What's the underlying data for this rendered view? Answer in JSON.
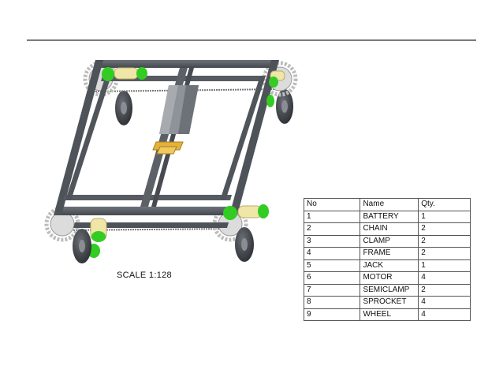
{
  "drawing": {
    "scale_label": "SCALE  1:128"
  },
  "bom": {
    "headers": {
      "no": "No",
      "name": "Name",
      "qty": "Qty."
    },
    "rows": [
      {
        "no": "1",
        "name": "BATTERY",
        "qty": "1"
      },
      {
        "no": "2",
        "name": "CHAIN",
        "qty": "2"
      },
      {
        "no": "3",
        "name": "CLAMP",
        "qty": "2"
      },
      {
        "no": "4",
        "name": "FRAME",
        "qty": "2"
      },
      {
        "no": "5",
        "name": "JACK",
        "qty": "1"
      },
      {
        "no": "6",
        "name": "MOTOR",
        "qty": "4"
      },
      {
        "no": "7",
        "name": "SEMICLAMP",
        "qty": "2"
      },
      {
        "no": "8",
        "name": "SPROCKET",
        "qty": "4"
      },
      {
        "no": "9",
        "name": "WHEEL",
        "qty": "4"
      }
    ]
  },
  "colors": {
    "frame": "#5a5f66",
    "frame_dark": "#3b3f45",
    "motor_green": "#33cc22",
    "battery": "#f0e6a8",
    "jack": "#e3b23c",
    "sprocket": "#c9c9c9",
    "wheel": "#3a3d42"
  }
}
